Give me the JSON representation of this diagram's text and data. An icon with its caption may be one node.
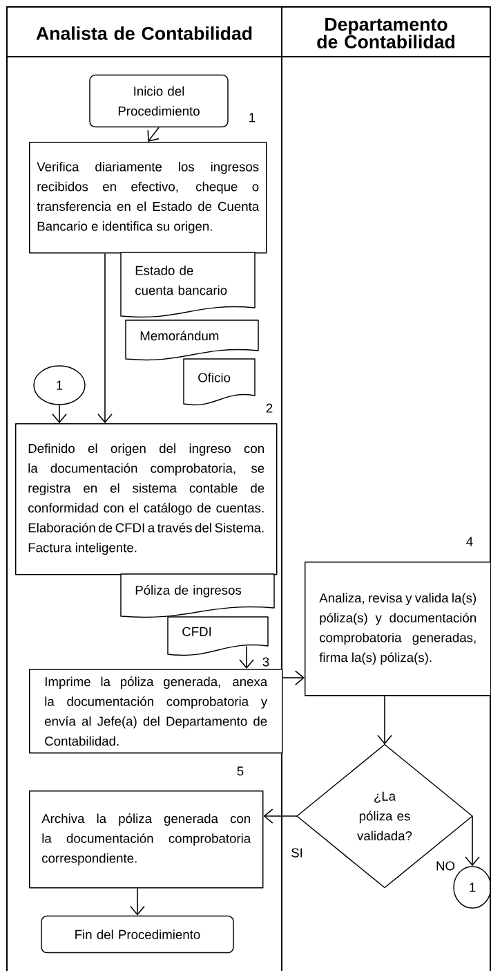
{
  "diagram": {
    "nodes": [
      {
        "text": [
          "Analista de Contabilidad"
        ]
      },
      {
        "text": [
          "Departamento de Contabilidad"
        ]
      },
      {
        "text": [
          "Inicio del Procedimiento"
        ],
        "in": 0
      },
      {
        "text": [
          "Verifica diariamente los ingresos recibidos en efectivo, cheque o transferencia en el Estado de Cuenta Bancario e identifica su origen."
        ],
        "in": 0,
        "beside": [
          "1"
        ]
      },
      {
        "text": [
          "Estado de cuenta bancario"
        ],
        "in": 0
      },
      {
        "text": [
          "Memorándum"
        ],
        "in": 0
      },
      {
        "text": [
          "Oficio"
        ],
        "in": 0
      },
      {
        "text": [
          "1"
        ],
        "in": 0
      },
      {
        "text": [
          "Definido el origen del ingreso con la documentación comprobatoria, se registra en el sistema contable de conformidad con el catálogo de cuentas. Elaboración de CFDI a través del Sistema. Factura inteligente."
        ],
        "in": 0,
        "beside": [
          "2"
        ]
      },
      {
        "text": [
          "Póliza de ingresos"
        ],
        "in": 0
      },
      {
        "text": [
          "CFDI"
        ],
        "in": 0
      },
      {
        "text": [
          "Imprime la póliza generada, anexa la documentación comprobatoria y envía al Jefe(a) del Departamento de Contabilidad."
        ],
        "in": 0,
        "beside": [
          "3"
        ]
      },
      {
        "text": [
          "Analiza, revisa y valida la(s) póliza(s) y documentación comprobatoria generadas, firma la(s) póliza(s)."
        ],
        "in": 1,
        "beside": [
          "4"
        ]
      },
      {
        "text": [
          "¿La póliza es validada?"
        ],
        "in": 1
      },
      {
        "text": [
          "Archiva la póliza generada con la documentación comprobatoria correspondiente."
        ],
        "in": 0,
        "beside": [
          "5"
        ]
      },
      {
        "text": [
          "Fin del Procedimiento"
        ],
        "in": 0
      },
      {
        "text": [
          "1"
        ],
        "in": 1
      }
    ],
    "edges": [
      {
        "from": 2,
        "to": 3,
        "arrow": "to"
      },
      {
        "from": 3,
        "to": 8,
        "arrow": "to"
      },
      {
        "from": 7,
        "to": 8,
        "arrow": "to"
      },
      {
        "from": 10,
        "to": 11,
        "arrow": "to"
      },
      {
        "from": 11,
        "to": 12,
        "arrow": "to"
      },
      {
        "from": 12,
        "to": 13,
        "arrow": "to"
      },
      {
        "from": 13,
        "to": 14,
        "arrow": "to",
        "label": "SI"
      },
      {
        "from": 13,
        "to": 16,
        "arrow": "to",
        "label": "NO"
      },
      {
        "from": 14,
        "to": 15,
        "arrow": "to"
      }
    ]
  }
}
